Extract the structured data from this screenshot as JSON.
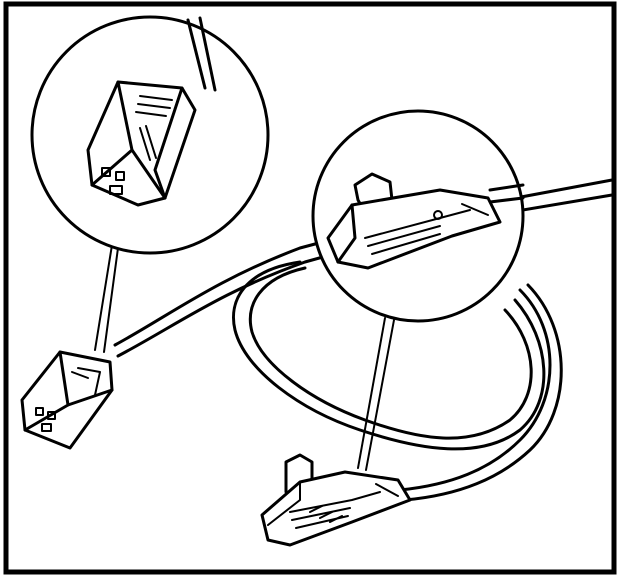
{
  "figure": {
    "kind": "line-drawing",
    "components": [
      "harness-connector",
      "sensor-connector",
      "wiring-harness",
      "detail-callout-connector",
      "detail-callout-sensor"
    ],
    "line_color": "#000000",
    "background_color": "#ffffff"
  }
}
